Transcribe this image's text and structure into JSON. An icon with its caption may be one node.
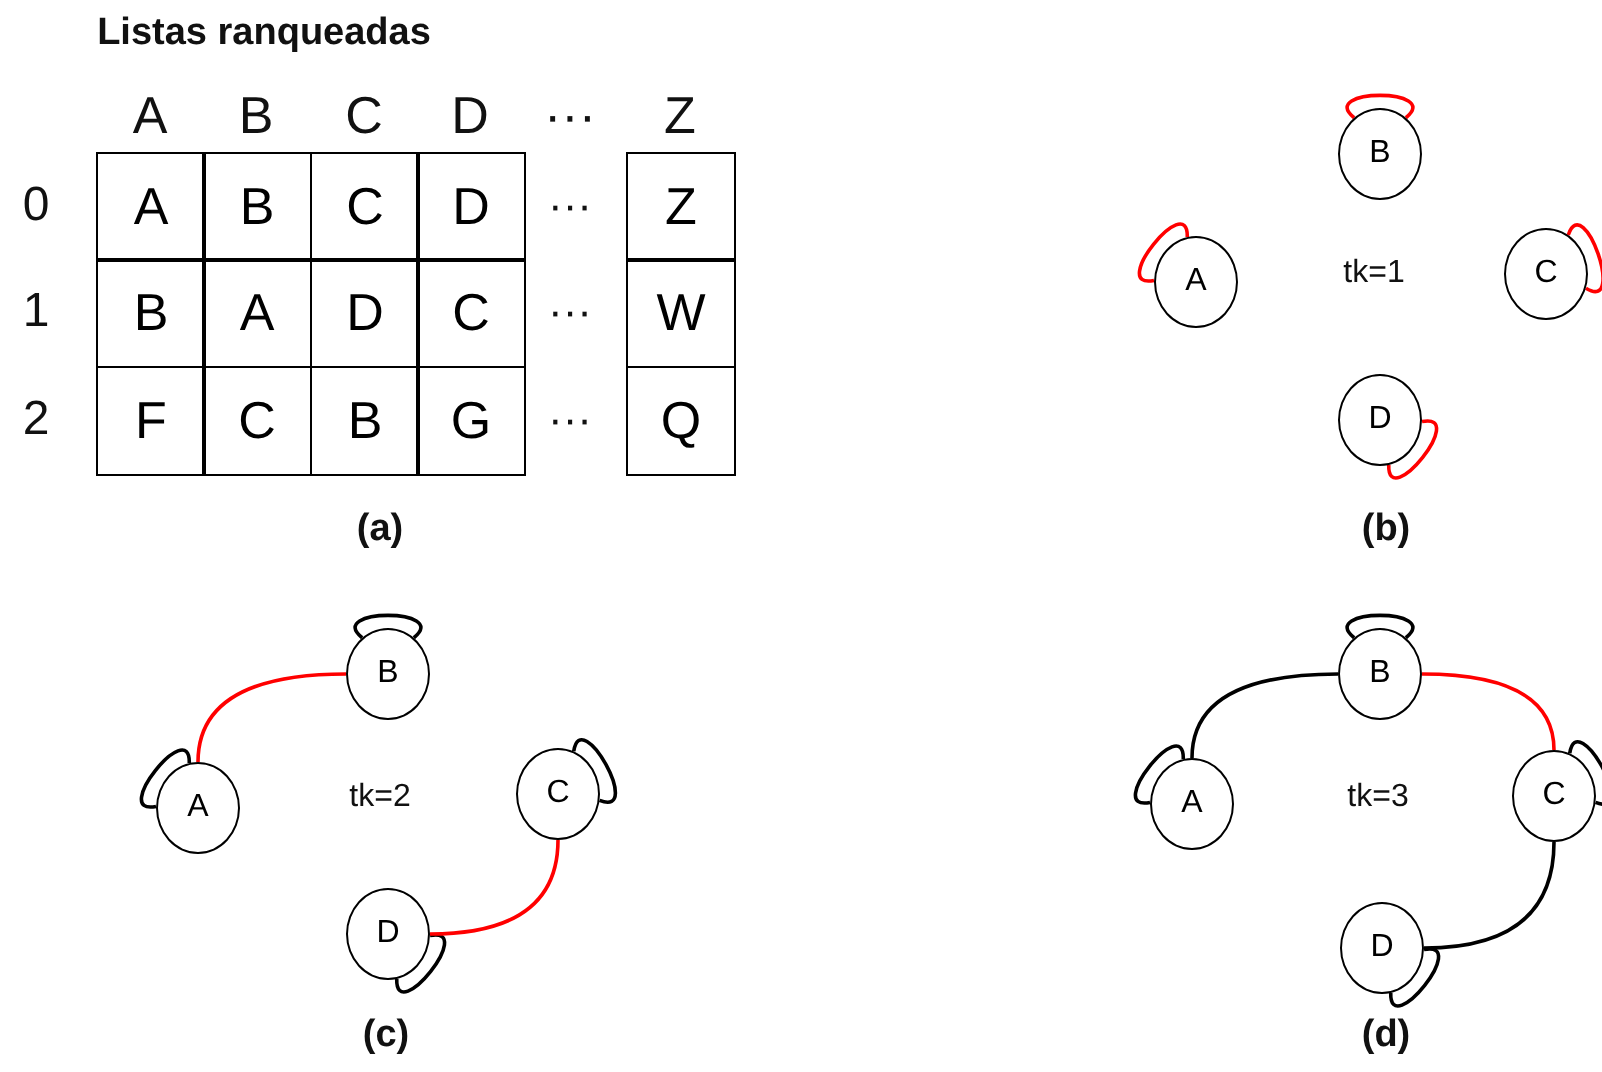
{
  "diagram": {
    "nodes": [
      {
        "text": [
          "B"
        ]
      },
      {
        "text": [
          "A"
        ]
      },
      {
        "text": [
          "C"
        ]
      },
      {
        "text": [
          "D"
        ]
      },
      {
        "text": [
          "B"
        ]
      },
      {
        "text": [
          "A"
        ]
      },
      {
        "text": [
          "C"
        ]
      },
      {
        "text": [
          "D"
        ]
      },
      {
        "text": [
          "B"
        ]
      },
      {
        "text": [
          "A"
        ]
      },
      {
        "text": [
          "C"
        ]
      },
      {
        "text": [
          "D"
        ]
      }
    ],
    "edges": [
      {
        "from": 0,
        "to": 0,
        "arrow": "none",
        "color": "#ff0000"
      },
      {
        "from": 1,
        "to": 1,
        "arrow": "none",
        "color": "#ff0000"
      },
      {
        "from": 2,
        "to": 2,
        "arrow": "none",
        "color": "#ff0000"
      },
      {
        "from": 3,
        "to": 3,
        "arrow": "none",
        "color": "#ff0000"
      },
      {
        "from": 4,
        "to": 4,
        "arrow": "none"
      },
      {
        "from": 5,
        "to": 5,
        "arrow": "none"
      },
      {
        "from": 6,
        "to": 6,
        "arrow": "none"
      },
      {
        "from": 7,
        "to": 7,
        "arrow": "none"
      },
      {
        "from": 5,
        "to": 4,
        "arrow": "none",
        "color": "#ff0000"
      },
      {
        "from": 6,
        "to": 7,
        "arrow": "none",
        "color": "#ff0000"
      },
      {
        "from": 8,
        "to": 8,
        "arrow": "none"
      },
      {
        "from": 9,
        "to": 9,
        "arrow": "none"
      },
      {
        "from": 10,
        "to": 10,
        "arrow": "none"
      },
      {
        "from": 11,
        "to": 11,
        "arrow": "none"
      },
      {
        "from": 9,
        "to": 8,
        "arrow": "none"
      },
      {
        "from": 8,
        "to": 10,
        "arrow": "none",
        "color": "#ff0000"
      },
      {
        "from": 10,
        "to": 11,
        "arrow": "none"
      }
    ],
    "labels": [
      "Listas ranqueadas",
      "A",
      "B",
      "C",
      "D",
      "···",
      "Z",
      "0",
      "A",
      "B",
      "C",
      "D",
      "···",
      "Z",
      "1",
      "B",
      "A",
      "D",
      "C",
      "···",
      "W",
      "2",
      "F",
      "C",
      "B",
      "G",
      "···",
      "Q",
      "(a)",
      "tk=1",
      "(b)",
      "tk=2",
      "tk=3",
      "(c)",
      "(d)"
    ]
  }
}
